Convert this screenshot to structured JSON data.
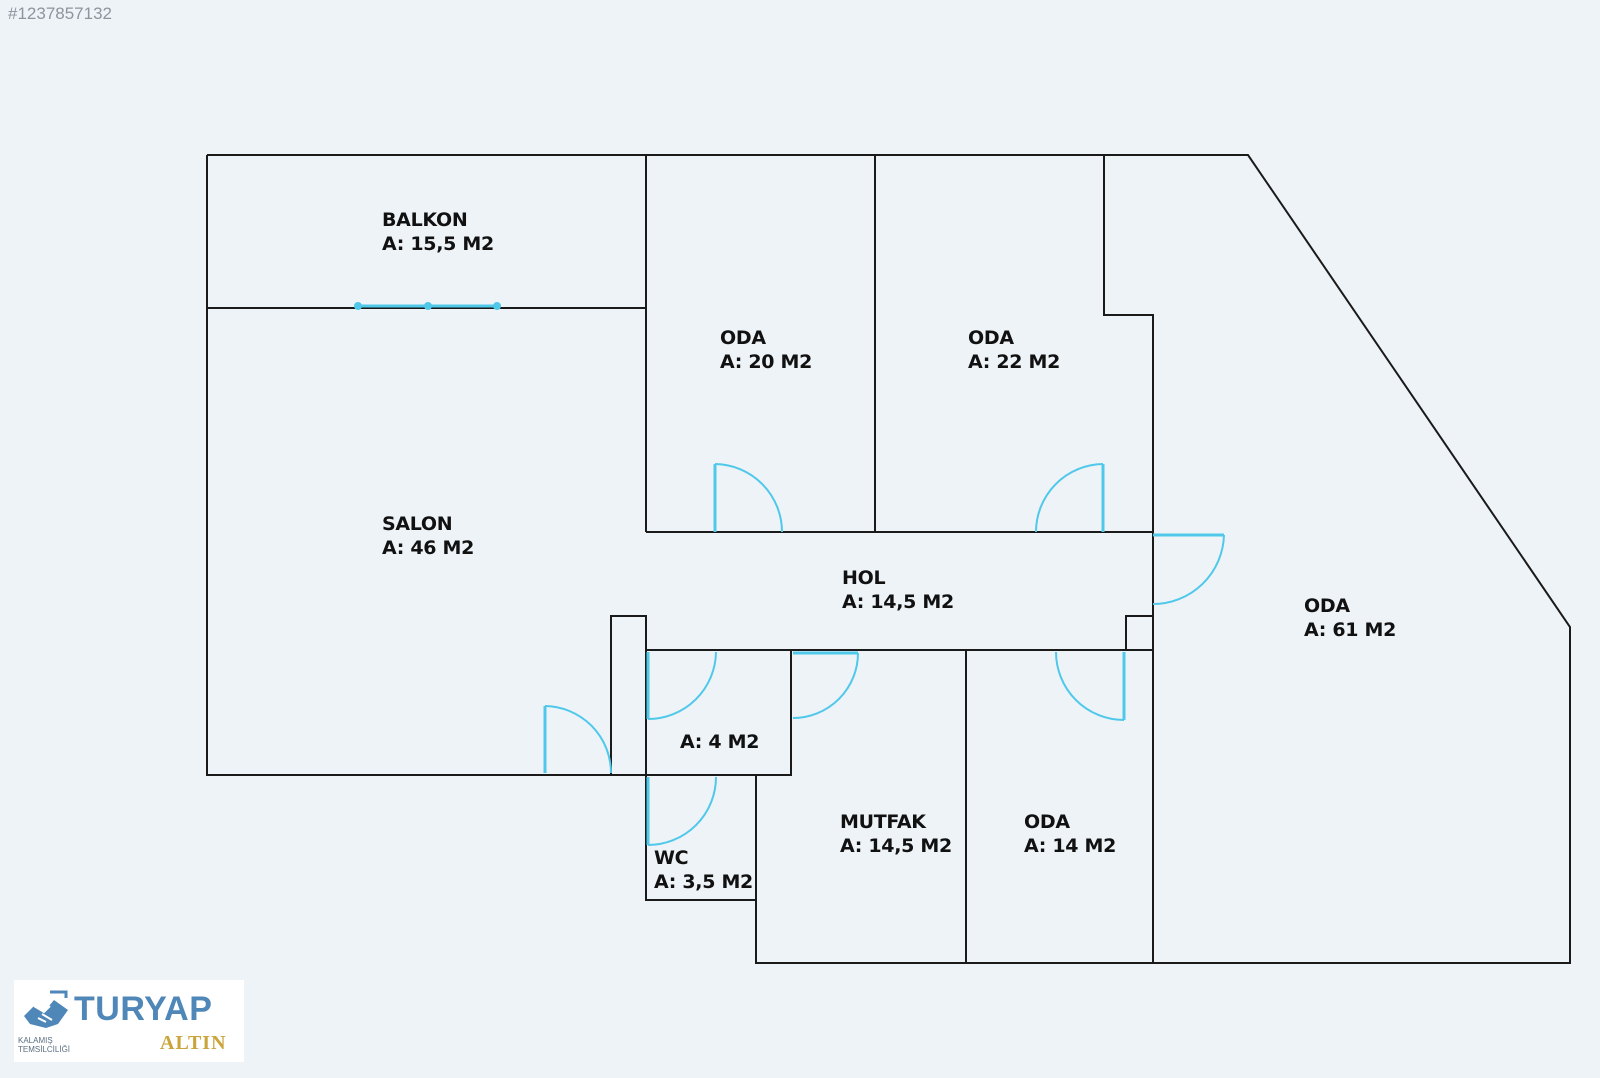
{
  "listing_id": "#1237857132",
  "rooms": {
    "balkon": {
      "name": "BALKON",
      "area": "A: 15,5 M2"
    },
    "oda1": {
      "name": "ODA",
      "area": "A: 20 M2"
    },
    "oda2": {
      "name": "ODA",
      "area": "A: 22 M2"
    },
    "salon": {
      "name": "SALON",
      "area": "A: 46 M2"
    },
    "hol": {
      "name": "HOL",
      "area": "A: 14,5 M2"
    },
    "oda_large": {
      "name": "ODA",
      "area": "A: 61 M2"
    },
    "small_room": {
      "area": "A: 4 M2"
    },
    "wc": {
      "name": "WC",
      "area": "A: 3,5 M2"
    },
    "mutfak": {
      "name": "MUTFAK",
      "area": "A: 14,5 M2"
    },
    "oda3": {
      "name": "ODA",
      "area": "A: 14 M2"
    }
  },
  "logo": {
    "brand": "TURYAP",
    "sub_line1": "KALAMIŞ",
    "sub_line2": "TEMSİLCİLİĞİ",
    "tier": "ALTIN"
  },
  "colors": {
    "background": "#eef3f8",
    "wall": "#1a1a1a",
    "door": "#4fc8ea",
    "logo_blue": "#4f87b8",
    "logo_gold": "#c9a53c"
  },
  "icons": [
    "handshake-logo-icon"
  ]
}
